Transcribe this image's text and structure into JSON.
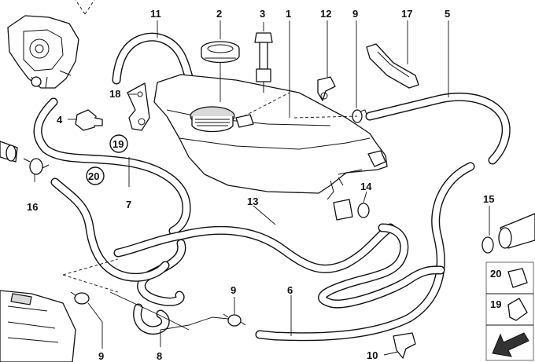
{
  "callouts": {
    "n1": "1",
    "n2": "2",
    "n3": "3",
    "n4": "4",
    "n5": "5",
    "n6": "6",
    "n7": "7",
    "n8": "8",
    "n9a": "9",
    "n9b": "9",
    "n9c": "9",
    "n10": "10",
    "n11": "11",
    "n12": "12",
    "n13": "13",
    "n14": "14",
    "n15": "15",
    "n16": "16",
    "n17": "17",
    "n18": "18",
    "n19": "19",
    "n20": "20"
  },
  "legend": {
    "item20": "20",
    "item19": "19"
  },
  "icons": {
    "corner_arrow": "arrow-down-left-icon"
  }
}
